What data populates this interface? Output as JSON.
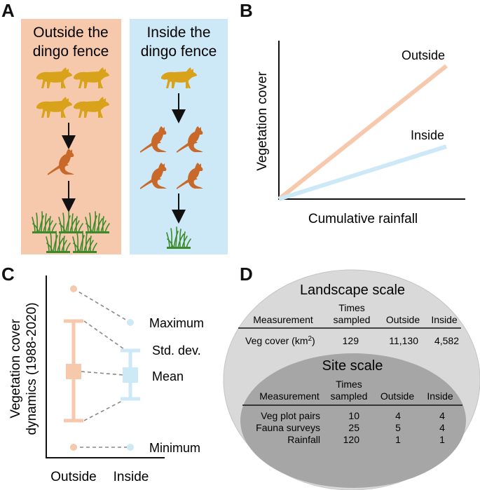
{
  "panels": {
    "a": "A",
    "b": "B",
    "c": "C",
    "d": "D"
  },
  "panel_a": {
    "outside_title": [
      "Outside the",
      "dingo fence"
    ],
    "inside_title": [
      "Inside the",
      "dingo fence"
    ],
    "colors": {
      "outside_bg": "#f6c9ad",
      "inside_bg": "#cde9f8",
      "dingo": "#d9a21b",
      "kangaroo": "#c8692a",
      "grass": "#3d8a2a"
    }
  },
  "panel_b": {
    "ylabel": "Vegetation cover",
    "xlabel": "Cumulative rainfall",
    "outside_label": "Outside",
    "inside_label": "Inside",
    "colors": {
      "outside": "#f6c9ad",
      "inside": "#cde9f8"
    }
  },
  "panel_c": {
    "ylabel_line1": "Vegetation cover",
    "ylabel_line2": "dynamics (1988-2020)",
    "x_outside": "Outside",
    "x_inside": "Inside",
    "label_max": "Maximum",
    "label_sd": "Std. dev.",
    "label_mean": "Mean",
    "label_min": "Minimum"
  },
  "panel_d": {
    "landscape_title": "Landscape scale",
    "site_title": "Site scale",
    "landscape_headers": [
      "Measurement",
      "Times",
      "sampled",
      "Outside",
      "Inside"
    ],
    "landscape_row": {
      "measurement": "Veg cover (km",
      "sup": "2",
      "close": ")",
      "times": "129",
      "outside": "11,130",
      "inside": "4,582"
    },
    "site_headers": [
      "Measurement",
      "Times",
      "sampled",
      "Outside",
      "Inside"
    ],
    "site_rows": [
      {
        "measurement": "Veg plot pairs",
        "times": "10",
        "outside": "4",
        "inside": "4"
      },
      {
        "measurement": "Fauna surveys",
        "times": "25",
        "outside": "5",
        "inside": "4"
      },
      {
        "measurement": "Rainfall",
        "times": "120",
        "outside": "1",
        "inside": "1"
      }
    ]
  }
}
